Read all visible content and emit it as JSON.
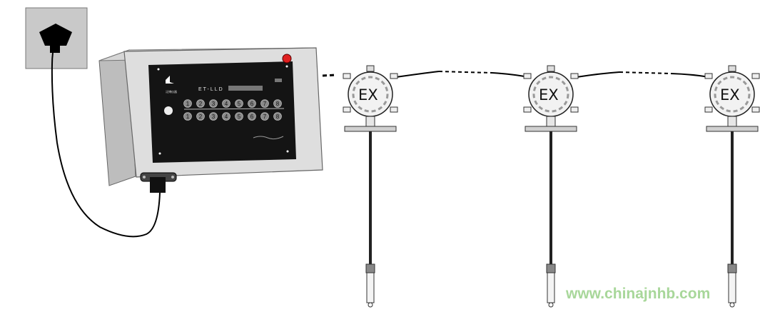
{
  "controller": {
    "model_label": "ET-LLD",
    "brand_label": "泛博仪器",
    "number_row_1": [
      "1",
      "2",
      "3",
      "4",
      "5",
      "6",
      "7",
      "8"
    ],
    "number_row_2": [
      "1",
      "2",
      "3",
      "4",
      "5",
      "6",
      "7",
      "8"
    ]
  },
  "sensors": [
    {
      "label": "EX"
    },
    {
      "label": "EX"
    },
    {
      "label": "EX"
    }
  ],
  "watermark": "www.chinajnhb.com",
  "colors": {
    "panel": "#1a1a1a",
    "box": "#d8d8d8",
    "indicator_red": "#e02020",
    "watermark": "#a8d79a"
  }
}
